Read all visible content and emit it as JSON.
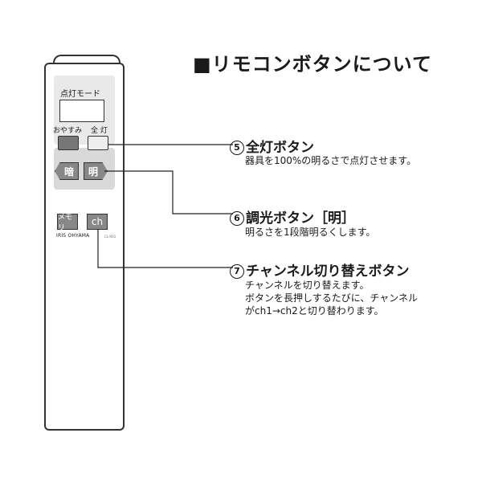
{
  "title": "■リモコンボタンについて",
  "remote": {
    "mode_label": "点灯モード",
    "sleep_label": "おやすみ",
    "full_label": "全 灯",
    "dim_label": "暗",
    "bright_label": "明",
    "memory_label": "メモリ",
    "ch_label": "ch",
    "brand": "IRIS OHYAMA",
    "model": "CL-R01"
  },
  "callouts": [
    {
      "num": "5",
      "title": "全灯ボタン",
      "desc": [
        "器具を100%の明るさで点灯させます。"
      ]
    },
    {
      "num": "6",
      "title": "調光ボタン［明］",
      "desc": [
        "明るさを1段階明るくします。"
      ]
    },
    {
      "num": "7",
      "title": "チャンネル切り替えボタン",
      "desc": [
        "チャンネルを切り替えます。",
        "ボタンを長押しするたびに、チャンネル",
        "がch1→ch2と切り替わります。"
      ]
    }
  ]
}
